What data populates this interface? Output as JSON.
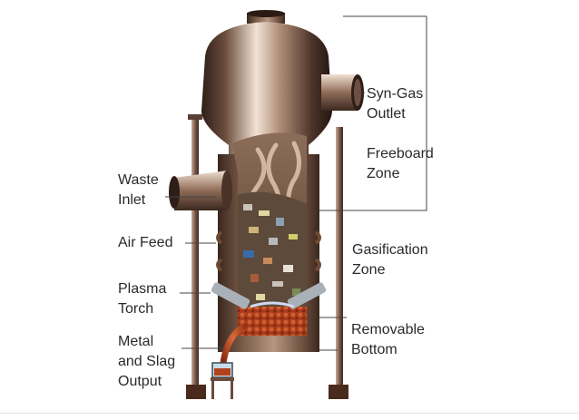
{
  "labels": {
    "syngas_outlet": [
      "Syn-Gas",
      "Outlet"
    ],
    "freeboard_zone": [
      "Freeboard",
      "Zone"
    ],
    "waste_inlet": [
      "Waste",
      "Inlet"
    ],
    "air_feed": [
      "Air Feed"
    ],
    "gasification_zone": [
      "Gasification",
      "Zone"
    ],
    "plasma_torch": [
      "Plasma",
      "Torch"
    ],
    "removable_bottom": [
      "Removable",
      "Bottom"
    ],
    "metal_slag_output": [
      "Metal",
      "and Slag",
      "Output"
    ]
  },
  "colors": {
    "shell_dark": "#3d2a22",
    "shell_mid": "#8a6a58",
    "shell_light": "#e8d6c8",
    "leader_line": "#444444",
    "flame": "#e9c6a8",
    "slag": "#b2421c",
    "legs": "#7a5a48",
    "label_text": "#2a2a2a"
  }
}
